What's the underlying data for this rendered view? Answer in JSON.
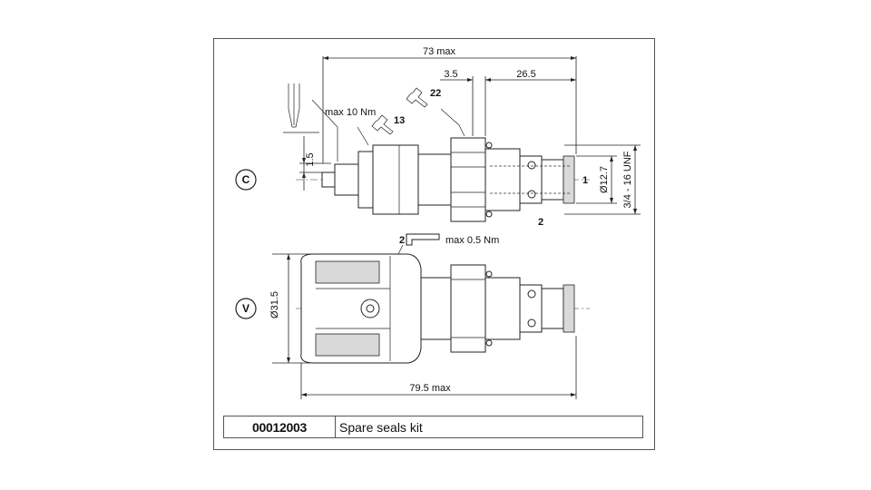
{
  "dimensions": {
    "overall_length_c": "73 max",
    "offset_a": "3.5",
    "offset_b": "26.5",
    "screw_protrusion": "1.5",
    "bore_diameter": "Ø12.7",
    "thread": "3/4 - 16 UNF",
    "body_diameter": "Ø31.5",
    "overall_length_v": "79.5 max"
  },
  "annotations": {
    "torque_screw": "max 10 Nm",
    "wrench_13": "13",
    "wrench_22": "22",
    "hex_key_size": "2",
    "torque_hex": "max 0.5 Nm",
    "port_1": "1",
    "port_2": "2"
  },
  "views": {
    "c": "C",
    "v": "V"
  },
  "spare_kit": {
    "code": "00012003",
    "description": "Spare seals kit"
  }
}
